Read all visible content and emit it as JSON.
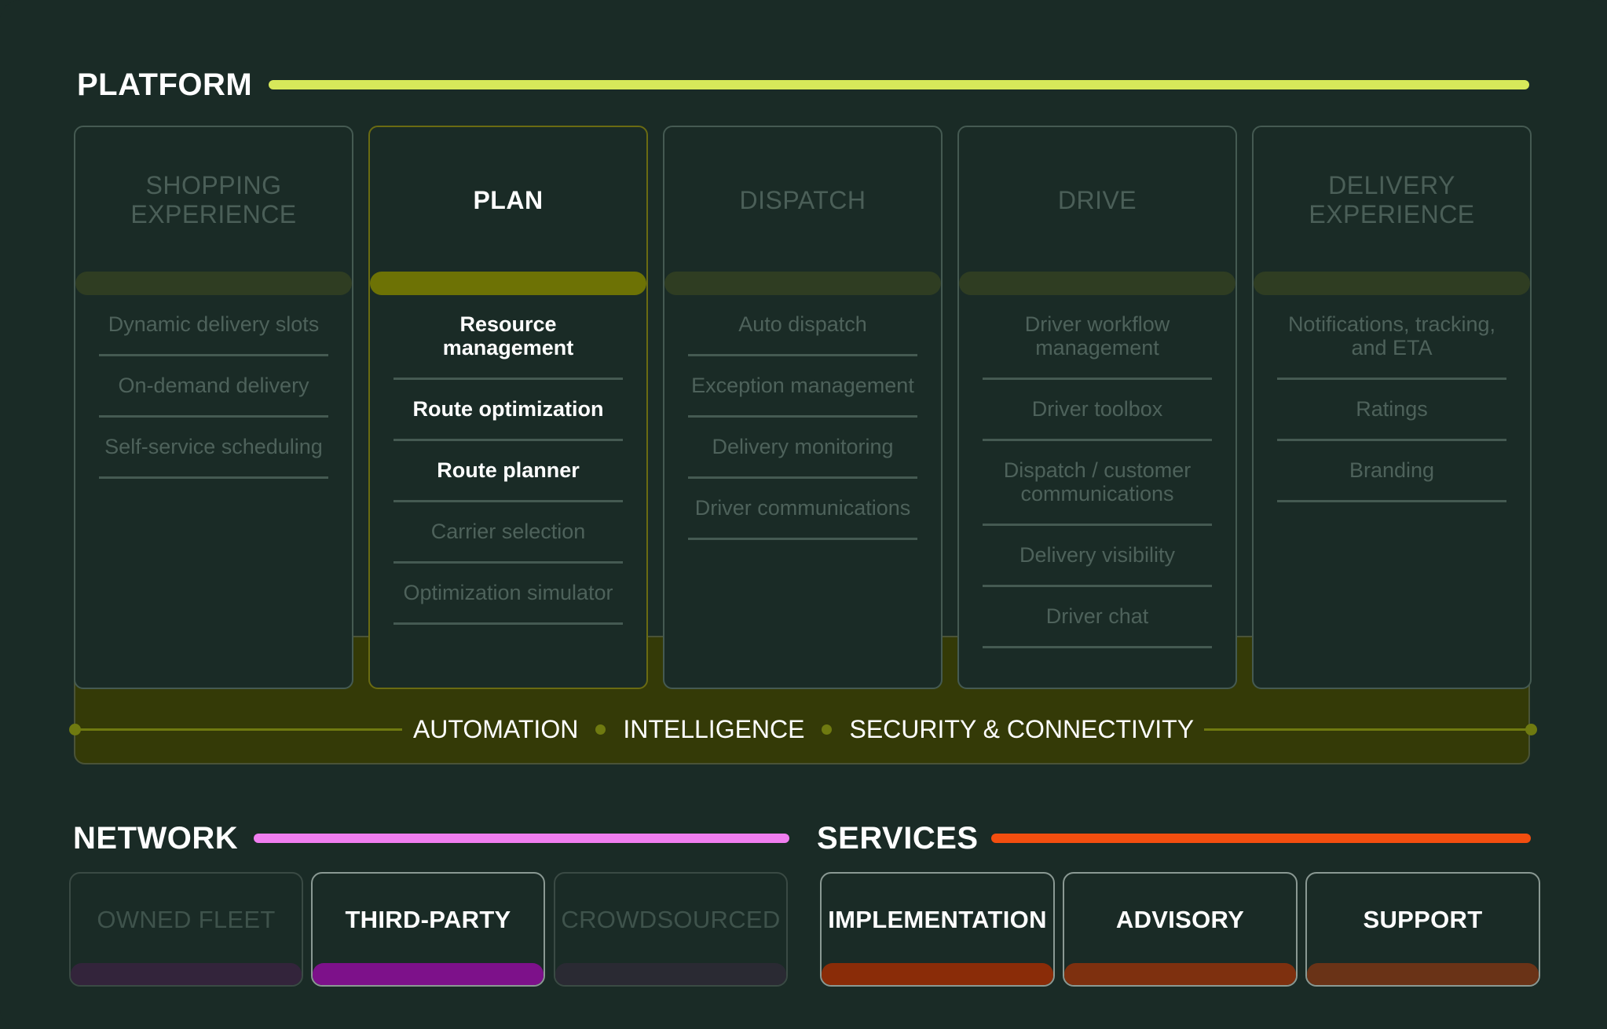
{
  "platform": {
    "title": "PLATFORM",
    "accent": "#d7e85a",
    "columns": [
      {
        "title": "SHOPPING EXPERIENCE",
        "active": false,
        "items": [
          "Dynamic delivery slots",
          "On-demand delivery",
          "Self-service scheduling"
        ]
      },
      {
        "title": "PLAN",
        "active": true,
        "items": [
          "Resource management",
          "Route optimization",
          "Route planner",
          "Carrier selection",
          "Optimization simulator"
        ],
        "highlighted": [
          "Resource management",
          "Route optimization",
          "Route planner"
        ]
      },
      {
        "title": "DISPATCH",
        "active": false,
        "items": [
          "Auto dispatch",
          "Exception management",
          "Delivery monitoring",
          "Driver communications"
        ]
      },
      {
        "title": "DRIVE",
        "active": false,
        "items": [
          "Driver workflow management",
          "Driver toolbox",
          "Dispatch / customer communications",
          "Delivery visibility",
          "Driver chat"
        ]
      },
      {
        "title": "DELIVERY EXPERIENCE",
        "active": false,
        "items": [
          "Notifications, tracking, and ETA",
          "Ratings",
          "Branding"
        ]
      }
    ],
    "foundation": {
      "labels": [
        "AUTOMATION",
        "INTELLIGENCE",
        "SECURITY & CONNECTIVITY"
      ],
      "color": "#6f7a10"
    }
  },
  "network": {
    "title": "NETWORK",
    "accent": "#f07ef0",
    "cards": [
      {
        "label": "OWNED FLEET",
        "active": false,
        "strip": "#33243b"
      },
      {
        "label": "THIRD-PARTY",
        "active": true,
        "strip": "#7d118a"
      },
      {
        "label": "CROWDSOURCED",
        "active": false,
        "strip": "#2a2a33"
      }
    ]
  },
  "services": {
    "title": "SERVICES",
    "accent": "#f34e0f",
    "cards": [
      {
        "label": "IMPLEMENTATION",
        "active": true,
        "strip": "#8a2c08"
      },
      {
        "label": "ADVISORY",
        "active": true,
        "strip": "#7e300f"
      },
      {
        "label": "SUPPORT",
        "active": true,
        "strip": "#6a3317"
      }
    ]
  }
}
